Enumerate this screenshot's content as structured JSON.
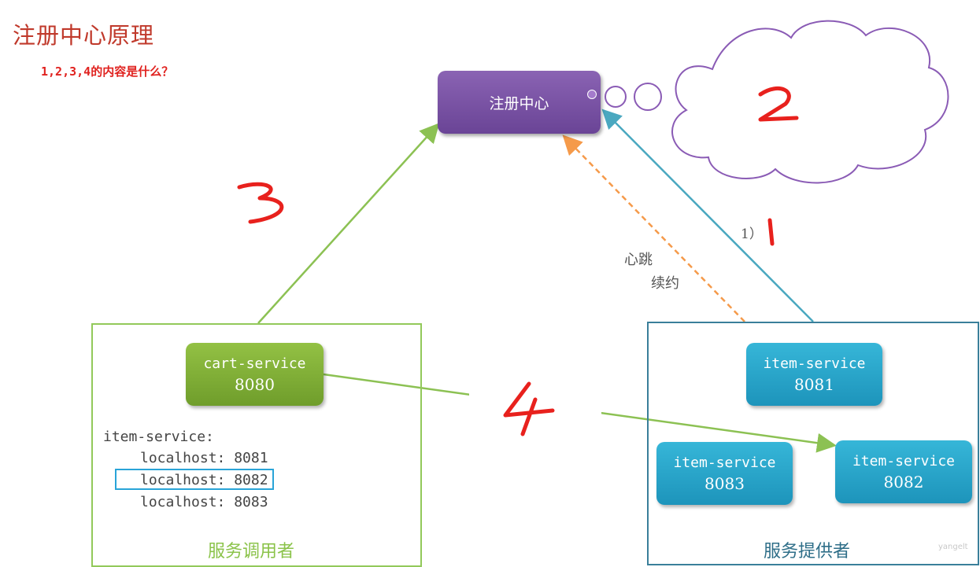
{
  "title": "注册中心原理",
  "question": "1,2,3,4的内容是什么？",
  "registry": {
    "label": "注册中心"
  },
  "consumer": {
    "service_name": "cart-service",
    "service_port": "8080",
    "list_header": "item-service:",
    "addresses": [
      "localhost: 8081",
      "localhost: 8082",
      "localhost: 8083"
    ],
    "group_label": "服务调用者"
  },
  "providers": {
    "group_label": "服务提供者",
    "services": [
      {
        "name": "item-service",
        "port": "8081"
      },
      {
        "name": "item-service",
        "port": "8083"
      },
      {
        "name": "item-service",
        "port": "8082"
      }
    ]
  },
  "edges": {
    "heartbeat_line1": "心跳",
    "heartbeat_line2": "续约",
    "register_step": "1）"
  },
  "handwritten": {
    "n1": "1",
    "n2": "2",
    "n3": "3",
    "n4": "4",
    "ink_color": "#e8211d"
  },
  "watermark": "yangelt",
  "colors": {
    "registry": "#7a53a6",
    "consumer": "#92c95a",
    "provider": "#2a9fc7",
    "heartbeat": "#f59a4a",
    "register_line": "#4aa8c0"
  }
}
